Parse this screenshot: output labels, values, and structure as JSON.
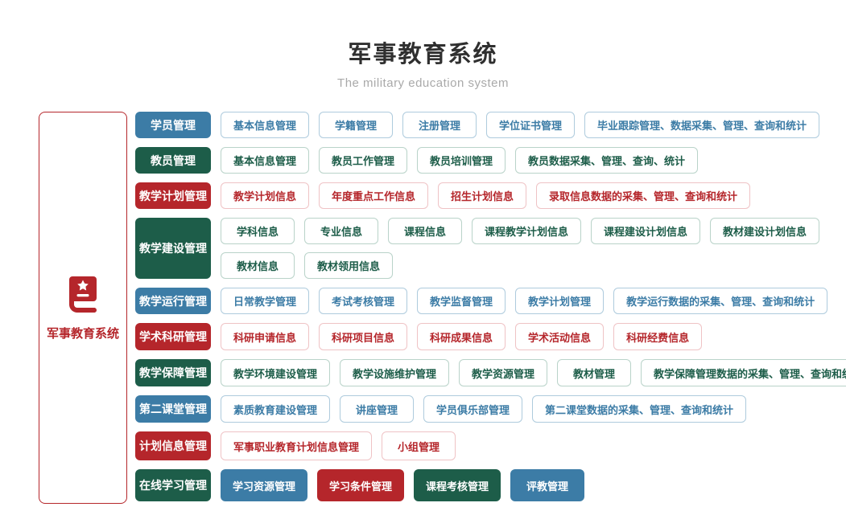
{
  "header": {
    "title": "军事教育系统",
    "subtitle": "The military education system"
  },
  "theme": {
    "blue": "#3c7ca6",
    "green": "#1d5d49",
    "red": "#b5262b",
    "blue-border": "#aecbdd",
    "green-border": "#b9d3c9",
    "red-border": "#efc3c5"
  },
  "panel": {
    "label": "军事教育系统",
    "icon": "book-star-icon"
  },
  "rows": [
    {
      "category": {
        "label": "学员管理",
        "color": "blue"
      },
      "lines": [
        [
          {
            "label": "基本信息管理",
            "color": "blue"
          },
          {
            "label": "学籍管理",
            "color": "blue"
          },
          {
            "label": "注册管理",
            "color": "blue"
          },
          {
            "label": "学位证书管理",
            "color": "blue"
          },
          {
            "label": "毕业跟踪管理、数据采集、管理、查询和统计",
            "color": "blue"
          }
        ]
      ]
    },
    {
      "category": {
        "label": "教员管理",
        "color": "green"
      },
      "lines": [
        [
          {
            "label": "基本信息管理",
            "color": "green"
          },
          {
            "label": "教员工作管理",
            "color": "green"
          },
          {
            "label": "教员培训管理",
            "color": "green"
          },
          {
            "label": "教员数据采集、管理、查询、统计",
            "color": "green"
          }
        ]
      ]
    },
    {
      "category": {
        "label": "教学计划管理",
        "color": "red"
      },
      "lines": [
        [
          {
            "label": "教学计划信息",
            "color": "red"
          },
          {
            "label": "年度重点工作信息",
            "color": "red"
          },
          {
            "label": "招生计划信息",
            "color": "red"
          },
          {
            "label": "录取信息数据的采集、管理、查询和统计",
            "color": "red"
          }
        ]
      ]
    },
    {
      "category": {
        "label": "教学建设管理",
        "color": "green"
      },
      "lines": [
        [
          {
            "label": "学科信息",
            "color": "green"
          },
          {
            "label": "专业信息",
            "color": "green"
          },
          {
            "label": "课程信息",
            "color": "green"
          },
          {
            "label": "课程教学计划信息",
            "color": "green"
          },
          {
            "label": "课程建设计划信息",
            "color": "green"
          },
          {
            "label": "教材建设计划信息",
            "color": "green"
          }
        ],
        [
          {
            "label": "教材信息",
            "color": "green"
          },
          {
            "label": "教材领用信息",
            "color": "green"
          }
        ]
      ]
    },
    {
      "category": {
        "label": "教学运行管理",
        "color": "blue"
      },
      "lines": [
        [
          {
            "label": "日常教学管理",
            "color": "blue"
          },
          {
            "label": "考试考核管理",
            "color": "blue"
          },
          {
            "label": "教学监督管理",
            "color": "blue"
          },
          {
            "label": "教学计划管理",
            "color": "blue"
          },
          {
            "label": "教学运行数据的采集、管理、查询和统计",
            "color": "blue"
          }
        ]
      ]
    },
    {
      "category": {
        "label": "学术科研管理",
        "color": "red"
      },
      "lines": [
        [
          {
            "label": "科研申请信息",
            "color": "red"
          },
          {
            "label": "科研项目信息",
            "color": "red"
          },
          {
            "label": "科研成果信息",
            "color": "red"
          },
          {
            "label": "学术活动信息",
            "color": "red"
          },
          {
            "label": "科研经费信息",
            "color": "red"
          }
        ]
      ]
    },
    {
      "category": {
        "label": "教学保障管理",
        "color": "green"
      },
      "lines": [
        [
          {
            "label": "教学环境建设管理",
            "color": "green"
          },
          {
            "label": "教学设施维护管理",
            "color": "green"
          },
          {
            "label": "教学资源管理",
            "color": "green"
          },
          {
            "label": "教材管理",
            "color": "green"
          },
          {
            "label": "教学保障管理数据的采集、管理、查询和统计",
            "color": "green"
          }
        ]
      ]
    },
    {
      "category": {
        "label": "第二课堂管理",
        "color": "blue"
      },
      "lines": [
        [
          {
            "label": "素质教育建设管理",
            "color": "blue"
          },
          {
            "label": "讲座管理",
            "color": "blue"
          },
          {
            "label": "学员俱乐部管理",
            "color": "blue"
          },
          {
            "label": "第二课堂数据的采集、管理、查询和统计",
            "color": "blue"
          }
        ]
      ]
    },
    {
      "category": {
        "label": "计划信息管理",
        "color": "red"
      },
      "lines": [
        [
          {
            "label": "军事职业教育计划信息管理",
            "color": "red"
          },
          {
            "label": "小组管理",
            "color": "red"
          }
        ]
      ]
    },
    {
      "category": {
        "label": "在线学习管理",
        "color": "green"
      },
      "lines": [
        [
          {
            "label": "学习资源管理",
            "color": "blue",
            "variant": "solid"
          },
          {
            "label": "学习条件管理",
            "color": "red",
            "variant": "solid"
          },
          {
            "label": "课程考核管理",
            "color": "green",
            "variant": "solid"
          },
          {
            "label": "评教管理",
            "color": "blue",
            "variant": "solid"
          }
        ]
      ]
    }
  ]
}
